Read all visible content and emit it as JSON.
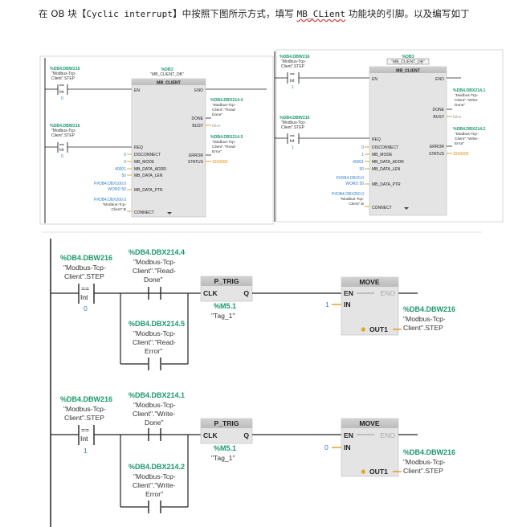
{
  "intro": {
    "part1": "在 OB 块【",
    "part2": "Cyclic interrupt",
    "part3": "】中按照下图所示方式，填写 ",
    "part4": "MB_CLient",
    "part5": " 功能块的引脚。以及编写如丁"
  },
  "panel_left": {
    "cmp_addr": "%DB4.DBW216",
    "cmp_tag1": "\"Modbus-Tcp-",
    "cmp_tag2": "Client\".STEP",
    "cmp_op": "==",
    "cmp_type": "Int",
    "cmp_val": "0",
    "db": "%DB3",
    "db_name": "\"MB_CLIENT_DB\"",
    "block": "MB_CLIENT",
    "en": "EN",
    "eno": "ENO",
    "done_addr": "%DB4.DBX214.4",
    "done_tag1": "\"Modbus-Tcp-",
    "done_tag2": "Client\".\"Read-",
    "done_tag3": "Done\"",
    "done": "DONE",
    "busy": "BUSY",
    "busy_val": "false",
    "err_addr": "%DB4.DBX214.5",
    "err_tag1": "\"Modbus-Tcp-",
    "err_tag2": "Client\".\"Read-",
    "err_tag3": "Error\"",
    "error": "ERROR",
    "status": "STATUS",
    "status_val": "16#0000",
    "req_addr": "%DB4.DBW216",
    "req_tag1": "\"Modbus-Tcp-",
    "req_tag2": "Client\".STEP",
    "req_type": "Int",
    "req_val": "0",
    "req": "REQ",
    "disconnect": "DISCONNECT",
    "disconnect_val": "0",
    "mode": "MB_MODE",
    "mode_val": "0",
    "addr": "MB_DATA_ADDR",
    "addr_val": "40001",
    "len": "MB_DATA_LEN",
    "len_val": "50",
    "ptr": "MB_DATA_PTR",
    "ptr_val1": "P#DB4.DBX100.0",
    "ptr_val2": "WORD 50",
    "connect": "CONNECT",
    "conn_val1": "P#DB4.DBX200.0",
    "conn_val2": "\"Modbus-Tcp-",
    "conn_val3": "Client\".B"
  },
  "panel_right": {
    "cmp_addr": "%DB4.DBW216",
    "cmp_tag1": "\"Modbus-Tcp-",
    "cmp_tag2": "Client\".STEP",
    "cmp_op": "==",
    "cmp_type": "Int",
    "cmp_val": "1",
    "db": "%DB3",
    "db_name": "\"MB_CLIENT_DB\"",
    "block": "MB_CLIENT",
    "en": "EN",
    "eno": "ENO",
    "done_addr": "%DB4.DBX214.1",
    "done_tag1": "\"Modbus-Tcp-",
    "done_tag2": "Client\".\"Write-",
    "done_tag3": "Done\"",
    "done": "DONE",
    "busy": "BUSY",
    "busy_val": "false",
    "err_addr": "%DB4.DBX214.2",
    "err_tag1": "\"Modbus-Tcp-",
    "err_tag2": "Client\".\"Write-",
    "err_tag3": "Error\"",
    "error": "ERROR",
    "status": "STATUS",
    "status_val": "16#0000",
    "req_addr": "%DB4.DBW216",
    "req_tag1": "\"Modbus-Tcp-",
    "req_tag2": "Client\".STEP",
    "req_type": "Int",
    "req_val": "1",
    "req": "REQ",
    "disconnect": "DISCONNECT",
    "disconnect_val": "0",
    "mode": "MB_MODE",
    "mode_val": "1",
    "addr": "MB_DATA_ADDR",
    "addr_val": "40001",
    "len": "MB_DATA_LEN",
    "len_val": "50",
    "ptr": "MB_DATA_PTR",
    "ptr_val1": "P#DB4.DBX0.0",
    "ptr_val2": "WORD 50",
    "connect": "CONNECT",
    "conn_val1": "P#DB4.DBX200.0",
    "conn_val2": "\"Modbus-Tcp-",
    "conn_val3": "Client\".B"
  },
  "network1": {
    "cmp_addr": "%DB4.DBW216",
    "cmp_tag1": "\"Modbus-Tcp-",
    "cmp_tag2": "Client\".STEP",
    "cmp_op": "==",
    "cmp_type": "Int",
    "cmp_val": "0",
    "c1_addr": "%DB4.DBX214.4",
    "c1_tag1": "\"Modbus-Tcp-",
    "c1_tag2": "Client\".\"Read-",
    "c1_tag3": "Done\"",
    "c2_addr": "%DB4.DBX214.5",
    "c2_tag1": "\"Modbus-Tcp-",
    "c2_tag2": "Client\".\"Read-",
    "c2_tag3": "Error\"",
    "trig": "P_TRIG",
    "clk": "CLK",
    "q": "Q",
    "m_addr": "%M5.1",
    "m_tag": "\"Tag_1\"",
    "move": "MOVE",
    "en": "EN",
    "eno": "ENO",
    "in": "IN",
    "in_val": "1",
    "out": "OUT1",
    "out_addr": "%DB4.DBW216",
    "out_tag1": "\"Modbus-Tcp-",
    "out_tag2": "Client\".STEP"
  },
  "network2": {
    "cmp_addr": "%DB4.DBW216",
    "cmp_tag1": "\"Modbus-Tcp-",
    "cmp_tag2": "Client\".STEP",
    "cmp_op": "==",
    "cmp_type": "Int",
    "cmp_val": "1",
    "c1_addr": "%DB4.DBX214.1",
    "c1_tag1": "\"Modbus-Tcp-",
    "c1_tag2": "Client\".\"Write-",
    "c1_tag3": "Done\"",
    "c2_addr": "%DB4.DBX214.2",
    "c2_tag1": "\"Modbus-Tcp-",
    "c2_tag2": "Client\".\"Write-",
    "c2_tag3": "Error\"",
    "trig": "P_TRIG",
    "clk": "CLK",
    "q": "Q",
    "m_addr": "%M5.1",
    "m_tag": "\"Tag_1\"",
    "move": "MOVE",
    "en": "EN",
    "eno": "ENO",
    "in": "IN",
    "in_val": "0",
    "out": "OUT1",
    "out_addr": "%DB4.DBW216",
    "out_tag1": "\"Modbus-Tcp-",
    "out_tag2": "Client\".STEP"
  },
  "colors": {
    "addr": "#1a9a6a",
    "const": "#2f7fd0",
    "pin": "#e08a00",
    "block": "#e4e4e4",
    "block_head": "#c8c8c8",
    "line": "#222222",
    "grey_text": "#aaaaaa"
  }
}
